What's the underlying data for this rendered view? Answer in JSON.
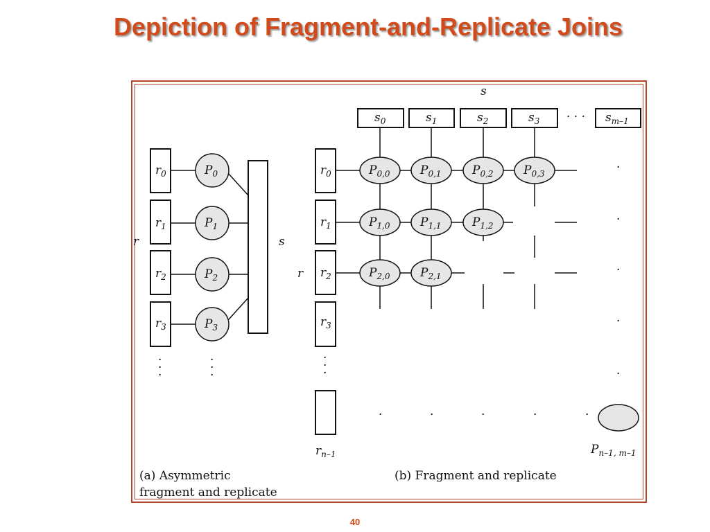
{
  "title": "Depiction of Fragment-and-Replicate Joins",
  "page_number": "40",
  "diagram_a": {
    "caption_line1": "(a) Asymmetric",
    "caption_line2": "fragment and replicate",
    "r_label": "r",
    "s_label": "s",
    "fragments": [
      {
        "name": "r",
        "sub": "0"
      },
      {
        "name": "r",
        "sub": "1"
      },
      {
        "name": "r",
        "sub": "2"
      },
      {
        "name": "r",
        "sub": "3"
      }
    ],
    "processors": [
      {
        "name": "P",
        "sub": "0"
      },
      {
        "name": "P",
        "sub": "1"
      },
      {
        "name": "P",
        "sub": "2"
      },
      {
        "name": "P",
        "sub": "3"
      }
    ]
  },
  "diagram_b": {
    "caption": "(b) Fragment and replicate",
    "s_label": "s",
    "r_label": "r",
    "s_fragments": [
      {
        "name": "s",
        "sub": "0"
      },
      {
        "name": "s",
        "sub": "1"
      },
      {
        "name": "s",
        "sub": "2"
      },
      {
        "name": "s",
        "sub": "3"
      },
      {
        "name": "s",
        "sub": "m–1"
      }
    ],
    "s_ellipsis": "· · ·",
    "r_fragments": [
      {
        "name": "r",
        "sub": "0"
      },
      {
        "name": "r",
        "sub": "1"
      },
      {
        "name": "r",
        "sub": "2"
      },
      {
        "name": "r",
        "sub": "3"
      },
      {
        "name": "r",
        "sub": "n–1"
      }
    ],
    "processors": [
      {
        "name": "P",
        "sub": "0,0"
      },
      {
        "name": "P",
        "sub": "0,1"
      },
      {
        "name": "P",
        "sub": "0,2"
      },
      {
        "name": "P",
        "sub": "0,3"
      },
      {
        "name": "P",
        "sub": "1,0"
      },
      {
        "name": "P",
        "sub": "1,1"
      },
      {
        "name": "P",
        "sub": "1,2"
      },
      {
        "name": "P",
        "sub": "2,0"
      },
      {
        "name": "P",
        "sub": "2,1"
      }
    ],
    "last_processor": {
      "name": "P",
      "sub": "n–1, m–1"
    }
  }
}
